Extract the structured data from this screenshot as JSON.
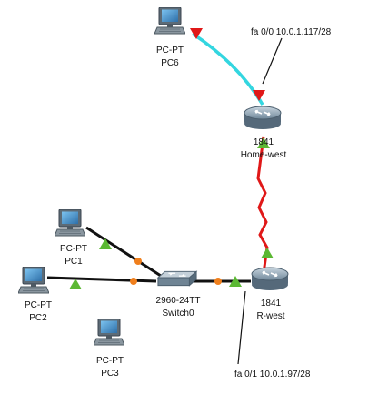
{
  "devices": [
    {
      "id": "pc6",
      "model": "PC-PT",
      "name": "PC6"
    },
    {
      "id": "pc1",
      "model": "PC-PT",
      "name": "PC1"
    },
    {
      "id": "pc2",
      "model": "PC-PT",
      "name": "PC2"
    },
    {
      "id": "pc3",
      "model": "PC-PT",
      "name": "PC3"
    },
    {
      "id": "switch0",
      "model": "2960-24TT",
      "name": "Switch0"
    },
    {
      "id": "home_west",
      "model": "1841",
      "name": "Home-west"
    },
    {
      "id": "r_west",
      "model": "1841",
      "name": "R-west"
    }
  ],
  "annotations": [
    {
      "id": "home_iface",
      "text": "fa 0/0 10.0.1.117/28"
    },
    {
      "id": "r_iface",
      "text": "fa 0/1 10.0.1.97/28"
    }
  ],
  "links": [
    {
      "from": "PC6",
      "to": "Home-west",
      "type": "copper cross-over",
      "color": "#33d6e0",
      "ends": [
        "down",
        "down"
      ]
    },
    {
      "from": "Home-west",
      "to": "R-west",
      "type": "serial",
      "color": "#e01818",
      "ends": [
        "up",
        "up"
      ]
    },
    {
      "from": "PC1",
      "to": "Switch0",
      "type": "copper straight-through",
      "color": "#111111",
      "ends": [
        "up",
        "starting"
      ]
    },
    {
      "from": "PC2",
      "to": "Switch0",
      "type": "copper straight-through",
      "color": "#111111",
      "ends": [
        "up",
        "starting"
      ]
    },
    {
      "from": "Switch0",
      "to": "R-west",
      "type": "copper straight-through",
      "color": "#111111",
      "ends": [
        "starting",
        "up"
      ]
    }
  ],
  "colors": {
    "link_up": "#5bb833",
    "link_down": "#e01818",
    "link_starting": "#f07f1c",
    "pc_body": "#6b7a86",
    "pc_screen": "#3f8fcf",
    "router_body": "#8aa3b6"
  }
}
